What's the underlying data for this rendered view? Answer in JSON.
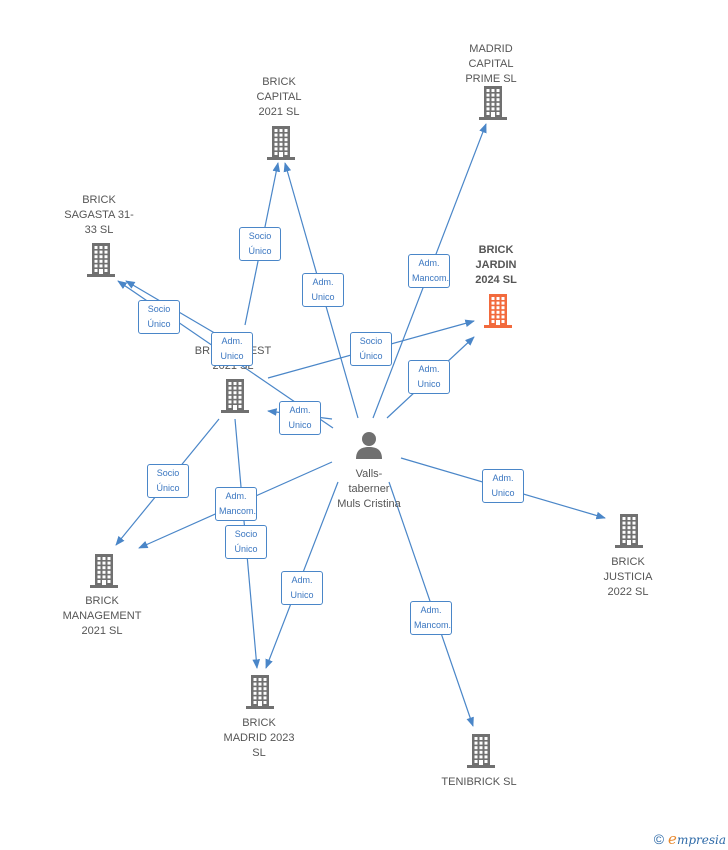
{
  "center": {
    "lines": [
      "Valls-",
      "taberner",
      "Muls Cristina"
    ]
  },
  "companies": [
    {
      "id": "madrid-capital-prime",
      "lines": [
        "MADRID",
        "CAPITAL",
        "PRIME  SL"
      ],
      "highlight": false
    },
    {
      "id": "brick-capital-2021",
      "lines": [
        "BRICK",
        "CAPITAL",
        "2021  SL"
      ],
      "highlight": false
    },
    {
      "id": "brick-sagasta",
      "lines": [
        "BRICK",
        "SAGASTA 31-",
        "33  SL"
      ],
      "highlight": false
    },
    {
      "id": "brick-jardin-2024",
      "lines": [
        "BRICK",
        "JARDIN",
        "2024  SL"
      ],
      "highlight": true
    },
    {
      "id": "brick-invest-2021",
      "lines": [
        "BRICK INVEST",
        "2021  SL"
      ],
      "highlight": false
    },
    {
      "id": "brick-justicia-2022",
      "lines": [
        "BRICK",
        "JUSTICIA",
        "2022  SL"
      ],
      "highlight": false
    },
    {
      "id": "brick-management-2021",
      "lines": [
        "BRICK",
        "MANAGEMENT",
        "2021  SL"
      ],
      "highlight": false
    },
    {
      "id": "brick-madrid-2023",
      "lines": [
        "BRICK",
        "MADRID 2023",
        "SL"
      ],
      "highlight": false
    },
    {
      "id": "tenibrick",
      "lines": [
        "TENIBRICK  SL"
      ],
      "highlight": false
    }
  ],
  "relations": [
    {
      "id": "rel-1",
      "lines": [
        "Adm.",
        "Mancom."
      ]
    },
    {
      "id": "rel-2",
      "lines": [
        "Adm.",
        "Unico"
      ]
    },
    {
      "id": "rel-3",
      "lines": [
        "Socio",
        "Único"
      ]
    },
    {
      "id": "rel-4",
      "lines": [
        "Adm.",
        "Unico"
      ]
    },
    {
      "id": "rel-5",
      "lines": [
        "Adm.",
        "Unico"
      ]
    },
    {
      "id": "rel-6",
      "lines": [
        "Adm.",
        "Unico"
      ]
    },
    {
      "id": "rel-7",
      "lines": [
        "Adm.",
        "Mancom."
      ]
    },
    {
      "id": "rel-8",
      "lines": [
        "Adm.",
        "Unico"
      ]
    },
    {
      "id": "rel-9",
      "lines": [
        "Adm.",
        "Mancom."
      ]
    },
    {
      "id": "rel-10",
      "lines": [
        "Socio",
        "Único"
      ]
    },
    {
      "id": "rel-11",
      "lines": [
        "Socio",
        "Único"
      ]
    },
    {
      "id": "rel-12",
      "lines": [
        "Adm.",
        "Unico"
      ]
    },
    {
      "id": "rel-13",
      "lines": [
        "Socio",
        "Único"
      ]
    },
    {
      "id": "rel-14",
      "lines": [
        "Socio",
        "Único"
      ]
    }
  ],
  "colors": {
    "edge": "#4a86c8",
    "node": "#707070",
    "highlight": "#f26a3d",
    "person": "#707070"
  },
  "footer": {
    "copyright": "©",
    "brand_initial": "e",
    "brand_rest": "mpresia"
  }
}
